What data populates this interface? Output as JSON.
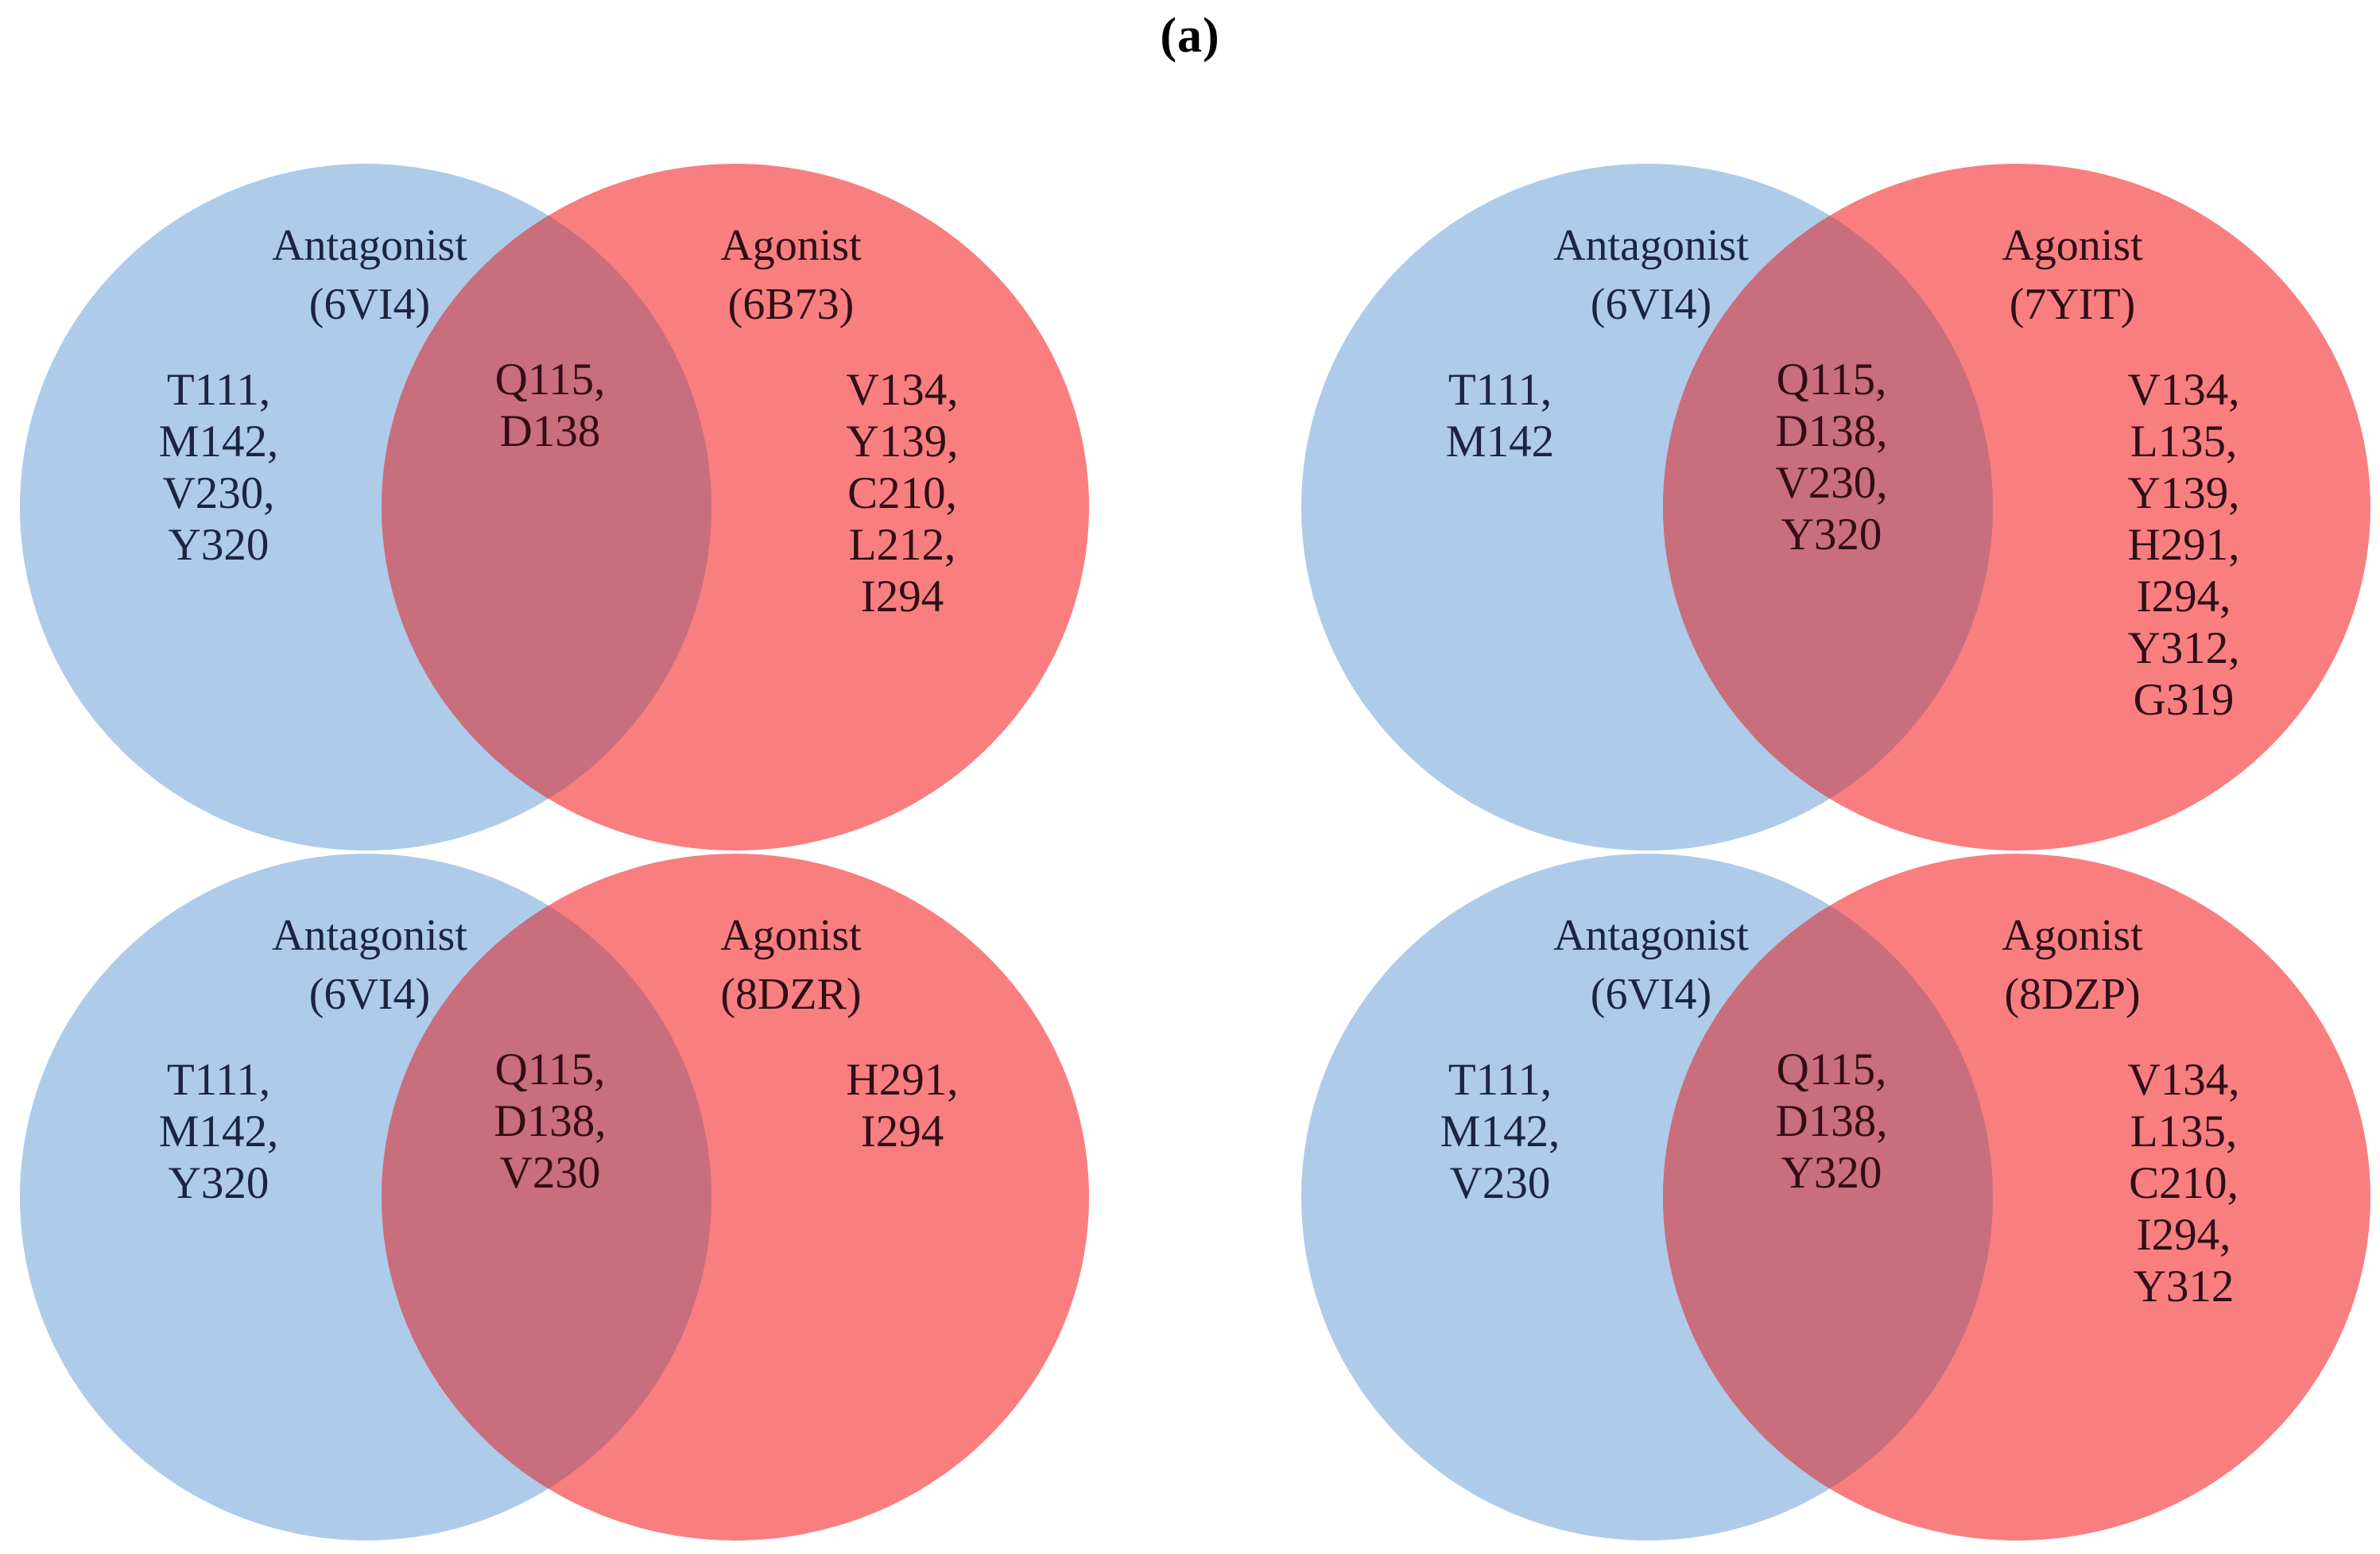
{
  "figure_label": "(a)",
  "colors": {
    "antagonist_circle": "#AECBEA",
    "agonist_circle": "#F87E80",
    "overlap": "#C96E7C",
    "antagonist_text": "#1C2540",
    "agonist_text": "#2E0F16",
    "overlap_text": "#330D16",
    "title_text": "#000000"
  },
  "venns": [
    {
      "left_label": "Antagonist",
      "left_id": "(6VI4)",
      "right_label": "Agonist",
      "right_id": "(6B73)",
      "left_only": "T111,\nM142,\nV230,\nY320",
      "overlap": "Q115,\nD138",
      "right_only": "V134,\nY139,\nC210,\nL212,\nI294"
    },
    {
      "left_label": "Antagonist",
      "left_id": "(6VI4)",
      "right_label": "Agonist",
      "right_id": "(7YIT)",
      "left_only": "T111,\nM142",
      "overlap": "Q115,\nD138,\nV230,\nY320",
      "right_only": "V134,\nL135,\nY139,\nH291,\nI294,\nY312,\nG319"
    },
    {
      "left_label": "Antagonist",
      "left_id": "(6VI4)",
      "right_label": "Agonist",
      "right_id": "(8DZR)",
      "left_only": "T111,\nM142,\nY320",
      "overlap": "Q115,\nD138,\nV230",
      "right_only": "H291,\nI294"
    },
    {
      "left_label": "Antagonist",
      "left_id": "(6VI4)",
      "right_label": "Agonist",
      "right_id": "(8DZP)",
      "left_only": "T111,\nM142,\nV230",
      "overlap": "Q115,\nD138,\nY320",
      "right_only": "V134,\nL135,\nC210,\nI294,\nY312"
    }
  ]
}
